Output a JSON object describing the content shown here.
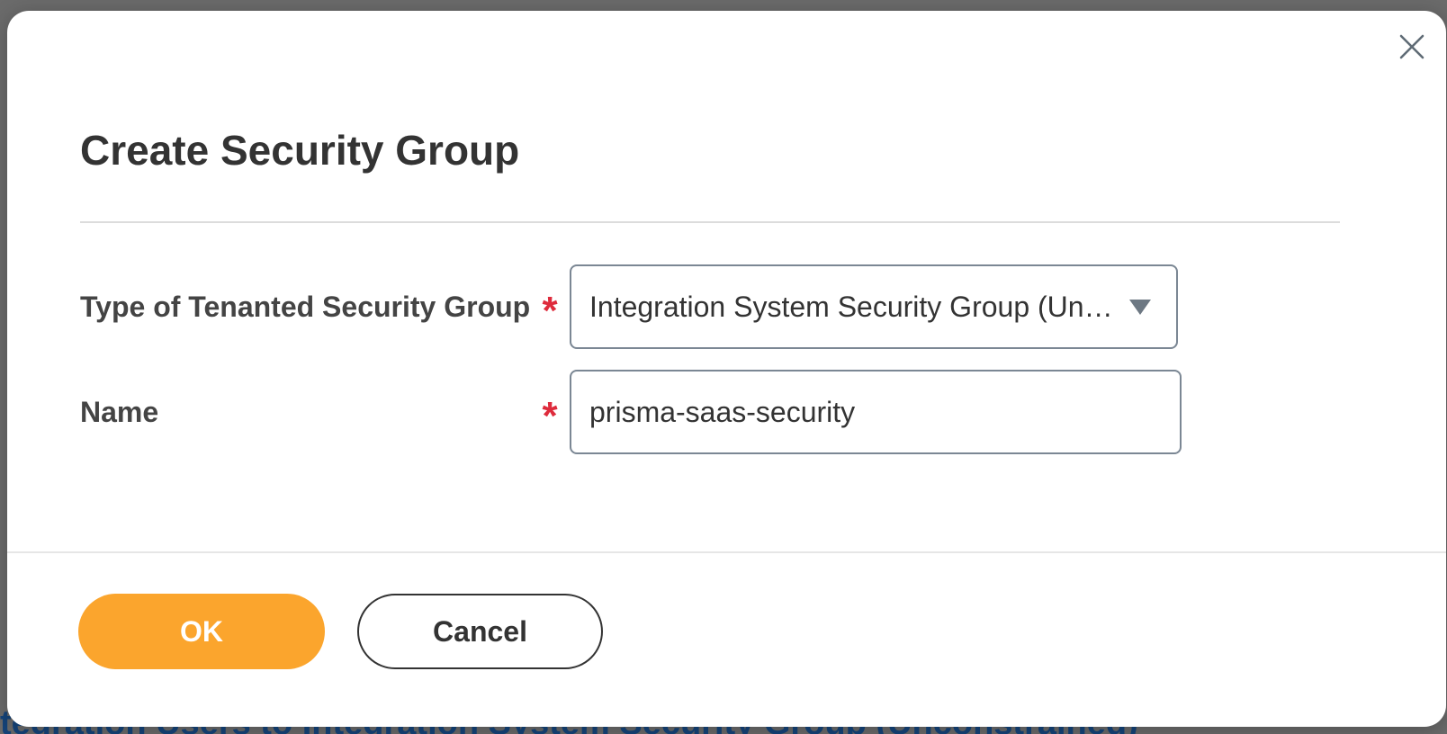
{
  "background": {
    "bottom_text": "tegration Users to Integration System Security Group (Unconstrained)"
  },
  "modal": {
    "title": "Create Security Group",
    "close_icon": "close-icon",
    "fields": {
      "type": {
        "label": "Type of Tenanted Security Group",
        "required_marker": "*",
        "value": "Integration System Security Group (Unconstrained)",
        "caret_icon": "caret-down-icon"
      },
      "name": {
        "label": "Name",
        "required_marker": "*",
        "value": "prisma-saas-security"
      }
    },
    "buttons": {
      "ok_label": "OK",
      "cancel_label": "Cancel"
    }
  },
  "colors": {
    "primary_button": "#fba52d",
    "required": "#de2b3c",
    "input_border": "#7b8794",
    "title_text": "#333333",
    "backdrop": "#6b6b6b",
    "link": "#15447a"
  }
}
